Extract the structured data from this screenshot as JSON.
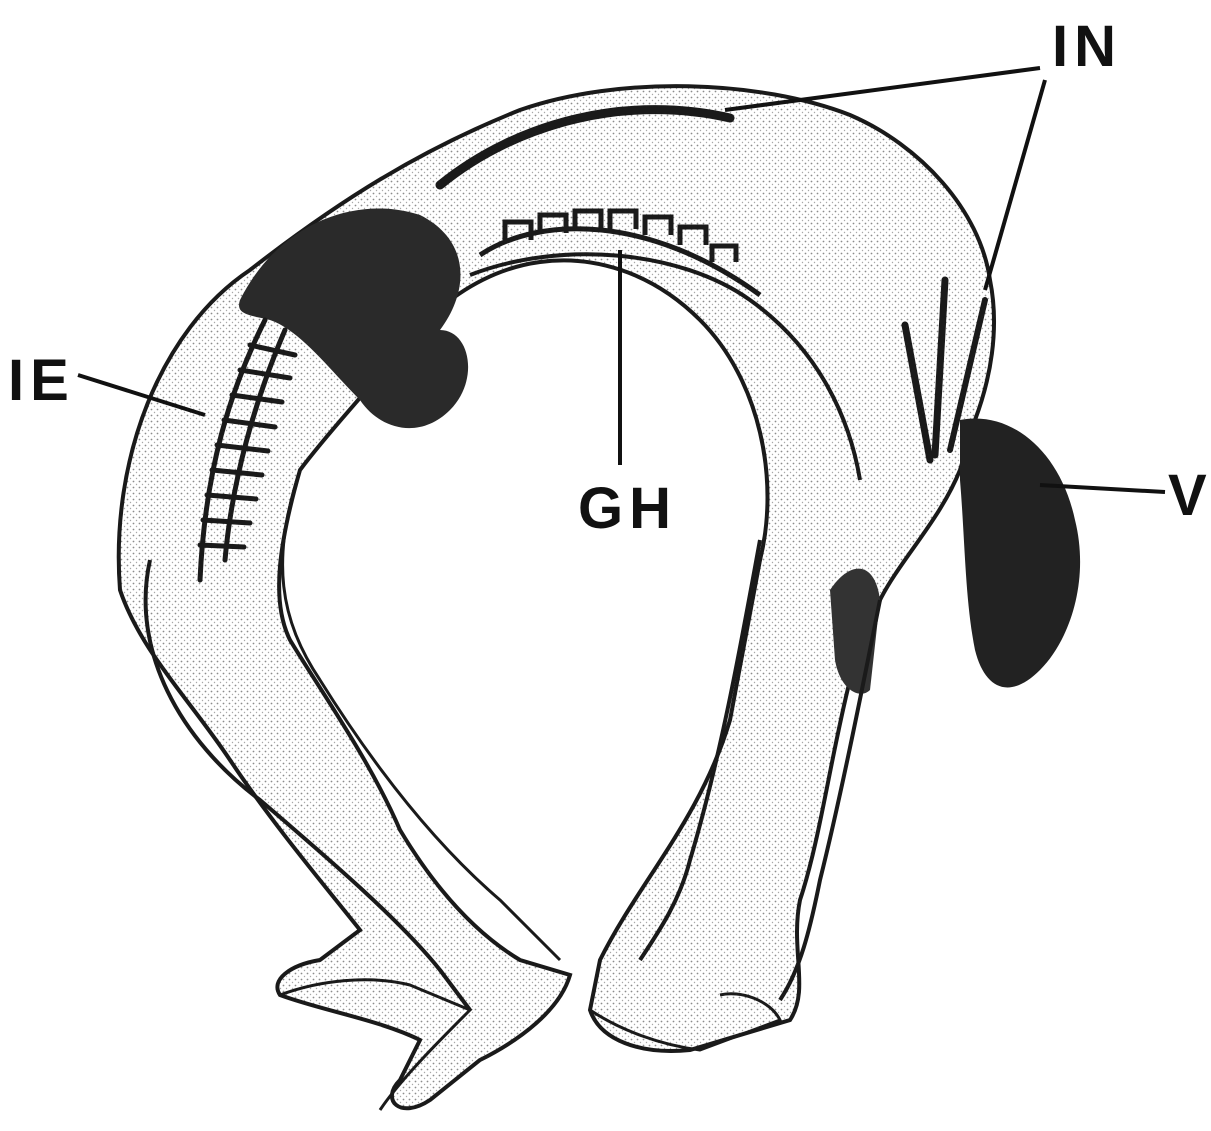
{
  "labels": {
    "in": "IN",
    "ie": "IE",
    "gh": "GH",
    "v": "V"
  },
  "colors": {
    "background": "#ffffff",
    "ink": "#111111",
    "shade": "#2a2a2a",
    "stipple": "#9a9a9a"
  }
}
